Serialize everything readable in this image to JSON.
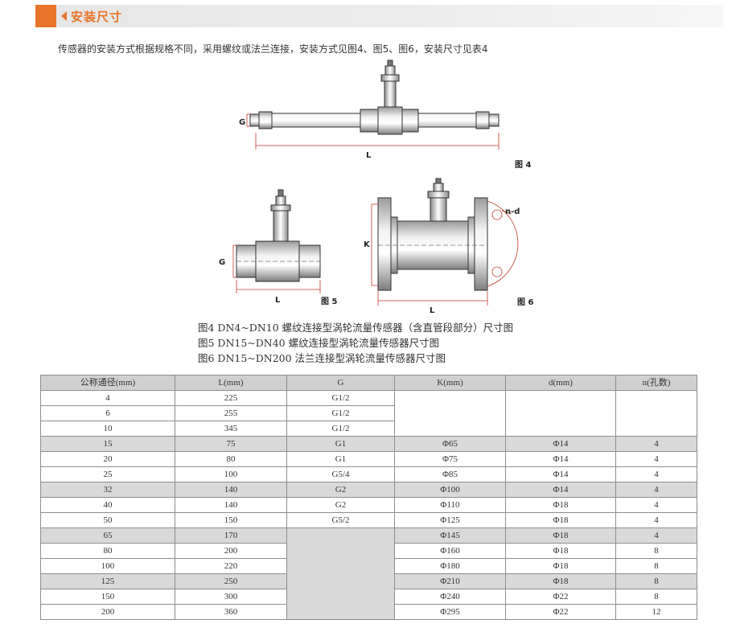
{
  "header": {
    "title": "安装尺寸",
    "accent": "#e8742a"
  },
  "intro": "传感器的安装方式根据规格不同，采用螺纹或法兰连接，安装方式见图4、图5、图6，安装尺寸见表4",
  "figures": {
    "fig4": {
      "label": "图 4",
      "dim_g": "G",
      "dim_l": "L"
    },
    "fig5": {
      "label": "图 5",
      "dim_g": "G",
      "dim_l": "L"
    },
    "fig6": {
      "label": "图 6",
      "dim_k": "K",
      "dim_l": "L",
      "dim_nd": "n-d"
    }
  },
  "captions": [
    "图4 DN4~DN10 螺纹连接型涡轮流量传感器（含直管段部分）尺寸图",
    "图5 DN15~DN40 螺纹连接型涡轮流量传感器尺寸图",
    "图6 DN15~DN200 法兰连接型涡轮流量传感器尺寸图"
  ],
  "table": {
    "headers": [
      "公称通径(mm)",
      "L(mm)",
      "G",
      "K(mm)",
      "d(mm)",
      "n(孔数)"
    ],
    "rows": [
      [
        "4",
        "225",
        "G1/2",
        "",
        "",
        ""
      ],
      [
        "6",
        "255",
        "G1/2",
        "",
        "",
        ""
      ],
      [
        "10",
        "345",
        "G1/2",
        "",
        "",
        ""
      ],
      [
        "15",
        "75",
        "G1",
        "Φ65",
        "Φ14",
        "4"
      ],
      [
        "20",
        "80",
        "G1",
        "Φ75",
        "Φ14",
        "4"
      ],
      [
        "25",
        "100",
        "G5/4",
        "Φ85",
        "Φ14",
        "4"
      ],
      [
        "32",
        "140",
        "G2",
        "Φ100",
        "Φ14",
        "4"
      ],
      [
        "40",
        "140",
        "G2",
        "Φ110",
        "Φ18",
        "4"
      ],
      [
        "50",
        "150",
        "G5/2",
        "Φ125",
        "Φ18",
        "4"
      ],
      [
        "65",
        "170",
        "",
        "Φ145",
        "Φ18",
        "4"
      ],
      [
        "80",
        "200",
        "",
        "Φ160",
        "Φ18",
        "8"
      ],
      [
        "100",
        "220",
        "",
        "Φ180",
        "Φ18",
        "8"
      ],
      [
        "125",
        "250",
        "",
        "Φ210",
        "Φ18",
        "8"
      ],
      [
        "150",
        "300",
        "",
        "Φ240",
        "Φ22",
        "8"
      ],
      [
        "200",
        "360",
        "",
        "Φ295",
        "Φ22",
        "12"
      ]
    ]
  }
}
